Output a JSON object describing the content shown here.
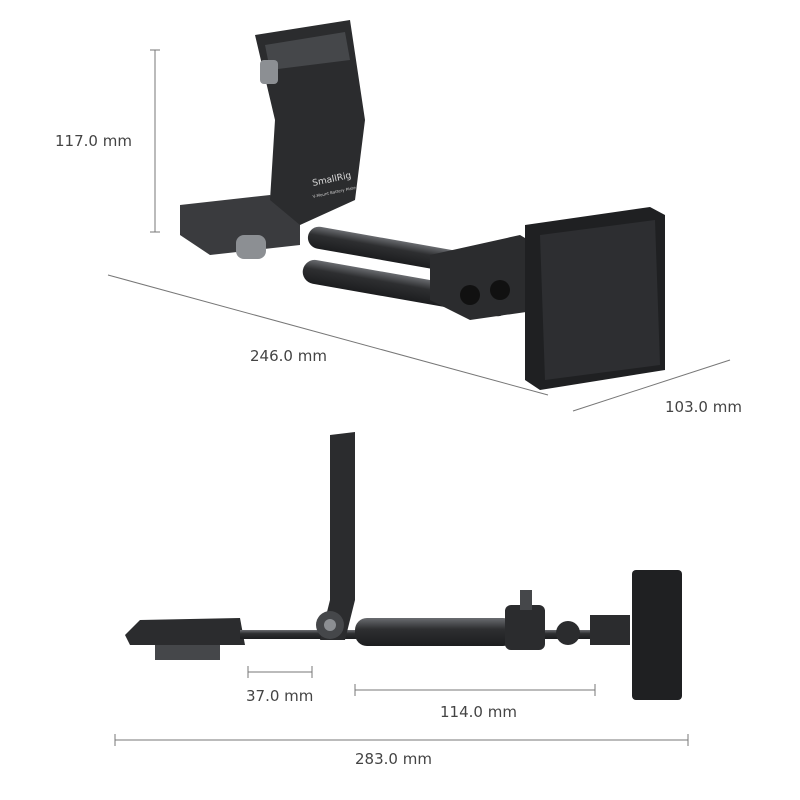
{
  "dimensions": {
    "height": "117.0 mm",
    "length": "246.0 mm",
    "width": "103.0 mm",
    "rod_offset": "37.0 mm",
    "rod_length": "114.0 mm",
    "total_length": "283.0 mm"
  },
  "product": {
    "logo": "SmallRig",
    "plate_label": "V-Mount Battery Plate"
  },
  "colors": {
    "dimension_line": "#777777",
    "metal_dark": "#2b2c2e",
    "metal_mid": "#45474a",
    "metal_light": "#8c8f93"
  }
}
